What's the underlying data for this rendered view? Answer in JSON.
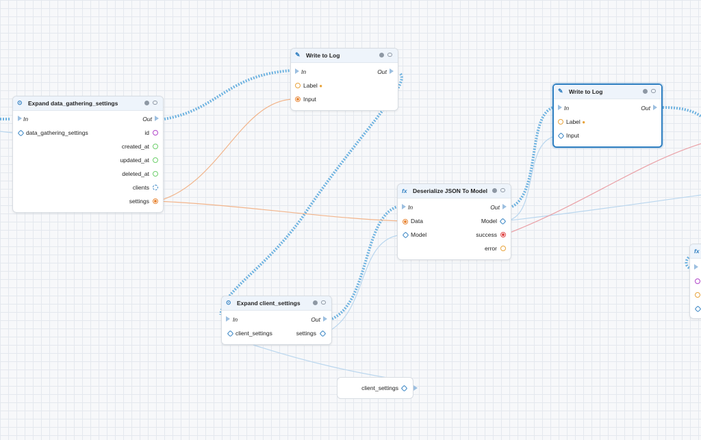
{
  "nodes": {
    "expand_dgs": {
      "title": "Expand data_gathering_settings",
      "in": "In",
      "out": "Out",
      "input": "data_gathering_settings",
      "outputs": [
        "id",
        "created_at",
        "updated_at",
        "deleted_at",
        "clients",
        "settings"
      ]
    },
    "write_log_1": {
      "title": "Write to Log",
      "in": "In",
      "out": "Out",
      "label": "Label",
      "input": "Input"
    },
    "write_log_2": {
      "title": "Write to Log",
      "in": "In",
      "out": "Out",
      "label": "Label",
      "input": "Input"
    },
    "deserialize": {
      "title": "Deserialize JSON To Model",
      "in": "In",
      "out": "Out",
      "inputs": [
        "Data",
        "Model"
      ],
      "outputs": [
        "Model",
        "success",
        "error"
      ]
    },
    "expand_cs": {
      "title": "Expand client_settings",
      "in": "In",
      "out": "Out",
      "input": "client_settings",
      "output": "settings"
    },
    "variable": {
      "label": "client_settings"
    }
  },
  "colors": {
    "exec_wire": "#6fb3e0",
    "selected": "#2f7fc1",
    "orange_wire": "#f2b48a",
    "blue_wire": "#b9d6ee",
    "red_wire": "#eaa0a6"
  }
}
